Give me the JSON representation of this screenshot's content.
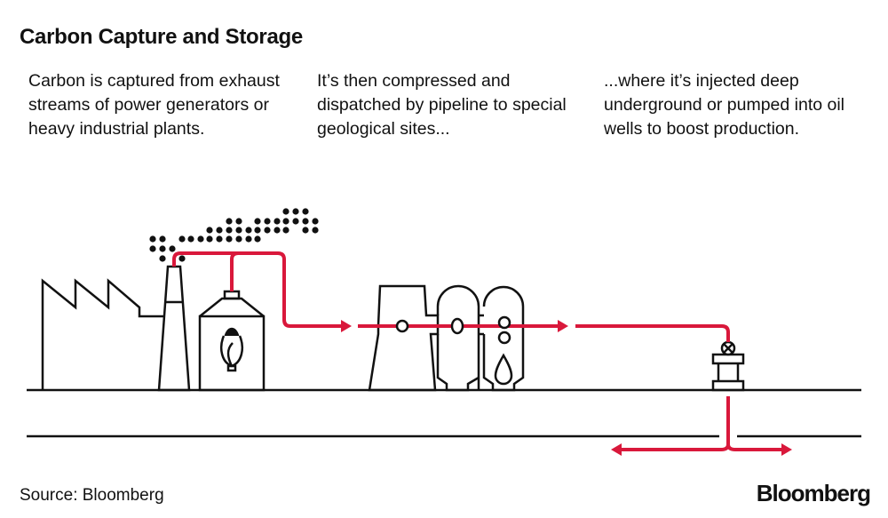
{
  "title": "Carbon Capture and Storage",
  "captions": [
    "Carbon is captured from exhaust streams of power generators or heavy industrial plants.",
    "It’s then compressed and dispatched by pipeline to special geological sites...",
    "...where it’s injected deep underground or pumped into oil wells to boost production."
  ],
  "source": "Source: Bloomberg",
  "brand": "Bloomberg",
  "colors": {
    "pipeline": "#d9183b",
    "outline": "#111111"
  },
  "diagram": {
    "stages": [
      "factory-with-smokestack",
      "capture-tank-with-corn",
      "compression-plant",
      "storage-vessels",
      "wellhead-valve",
      "underground-injection"
    ]
  }
}
